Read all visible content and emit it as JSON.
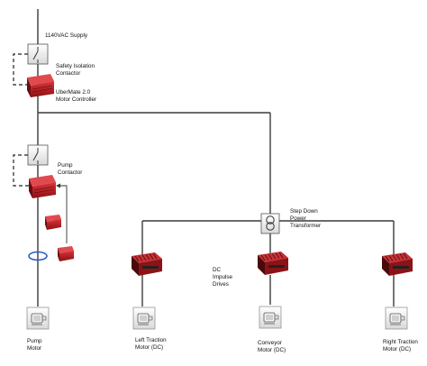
{
  "labels": {
    "supply": "1140VAC Supply",
    "safety_line1": "Safety Isolation",
    "safety_line2": "Contactor",
    "controller_line1": "UberMate 2.0",
    "controller_line2": "Motor Controller",
    "pump_contactor_line1": "Pump",
    "pump_contactor_line2": "Contactor",
    "transformer_line1": "Step Down",
    "transformer_line2": "Power",
    "transformer_line3": "Transformer",
    "drives_line1": "DC",
    "drives_line2": "Impulse",
    "drives_line3": "Drives",
    "pump_motor_line1": "Pump",
    "pump_motor_line2": "Motor",
    "left_traction_line1": "Left Traction",
    "left_traction_line2": "Motor (DC)",
    "conveyor_line1": "Conveyor",
    "conveyor_line2": "Motor (DC)",
    "right_traction_line1": "Right Traction",
    "right_traction_line2": "Motor (DC)"
  },
  "colors": {
    "line": "#3a3a3a",
    "controller_red": "#b3181c",
    "controller_dark": "#4a0a0c",
    "drive_red": "#9c1418",
    "motor_box": "#eeeeee",
    "ring": "#2a5fbf"
  }
}
